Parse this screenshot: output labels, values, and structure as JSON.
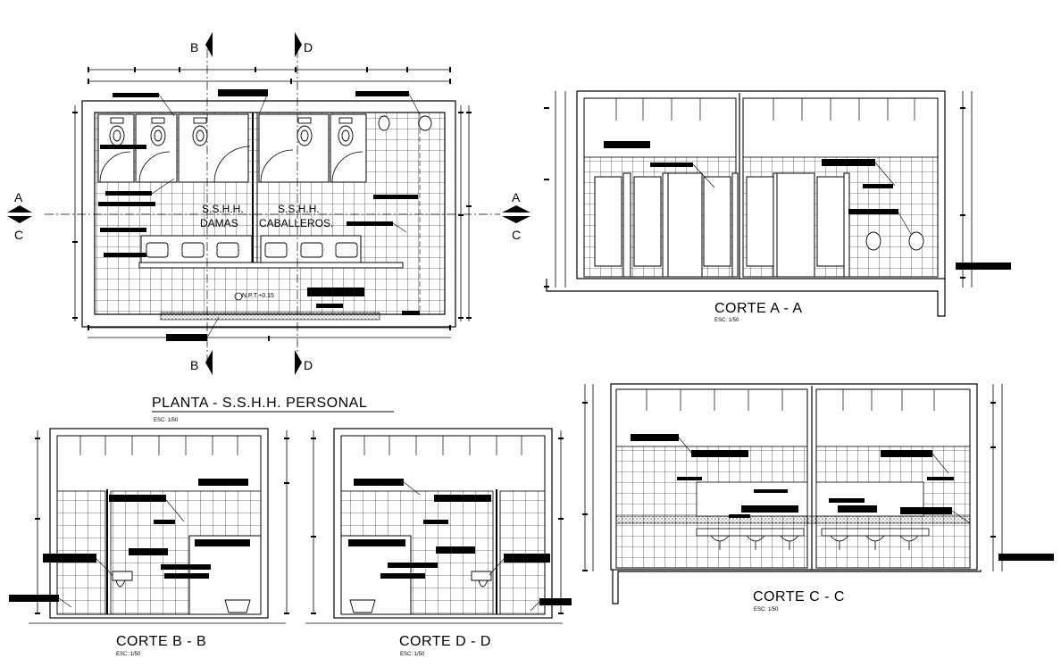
{
  "drawing": {
    "plan": {
      "title": "PLANTA - S.S.H.H.  PERSONAL",
      "scale": "ESC: 1/50",
      "room_left_line1": "S.S.H.H.",
      "room_left_line2": "DAMAS",
      "room_right_line1": "S.S.H.H.",
      "room_right_line2": "CABALLEROS.",
      "level": "N.P.T.+0.15",
      "cut_marks": {
        "a": "A",
        "b": "B",
        "c": "C",
        "d": "D"
      }
    },
    "sections": {
      "aa": {
        "title": "CORTE A - A",
        "scale": "ESC: 1/50"
      },
      "bb": {
        "title": "CORTE B - B",
        "scale": "ESC: 1/50"
      },
      "cc": {
        "title": "CORTE C - C",
        "scale": "ESC: 1/50"
      },
      "dd": {
        "title": "CORTE D - D",
        "scale": "ESC: 1/50"
      }
    }
  }
}
